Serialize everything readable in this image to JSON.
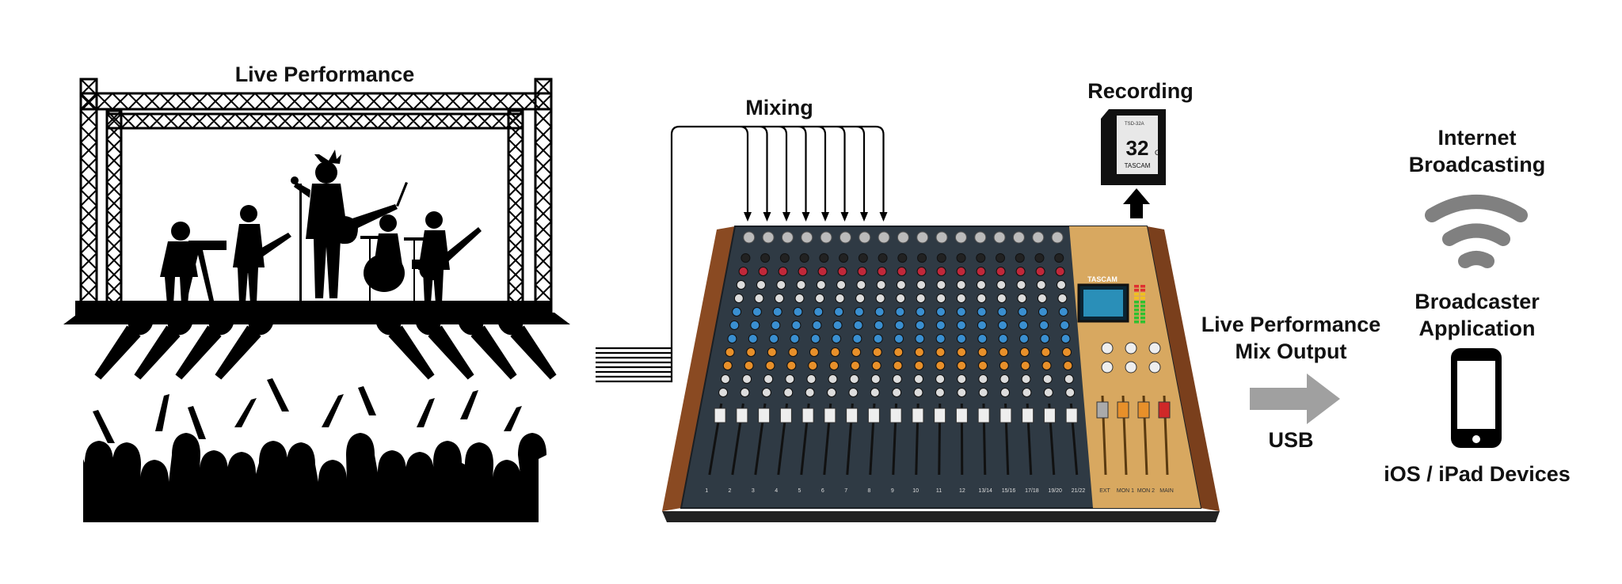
{
  "labels": {
    "live_performance": "Live Performance",
    "mixing": "Mixing",
    "recording": "Recording",
    "internet_line1": "Internet",
    "internet_line2": "Broadcasting",
    "broadcaster_line1": "Broadcaster",
    "broadcaster_line2": "Application",
    "mix_output_line1": "Live Performance",
    "mix_output_line2": "Mix Output",
    "usb": "USB",
    "ios_devices": "iOS / iPad Devices"
  },
  "sd_card": {
    "capacity": "32",
    "unit": "GB",
    "brand": "TASCAM",
    "model": "TSD-32A"
  },
  "mixer": {
    "brand": "TASCAM",
    "channel_labels": [
      "1",
      "2",
      "3",
      "4",
      "5",
      "6",
      "7",
      "8",
      "9",
      "10",
      "11",
      "12",
      "13/14",
      "15/16",
      "17/18",
      "19/20",
      "21/22"
    ],
    "master_labels": [
      "EXT",
      "MON 1",
      "MON 2",
      "MAIN"
    ]
  },
  "colors": {
    "mixer_panel": "#2f3a44",
    "wood": "#8a4a22",
    "gold": "#d8a860",
    "arrow_gray": "#a0a0a0",
    "wifi_gray": "#808080"
  }
}
